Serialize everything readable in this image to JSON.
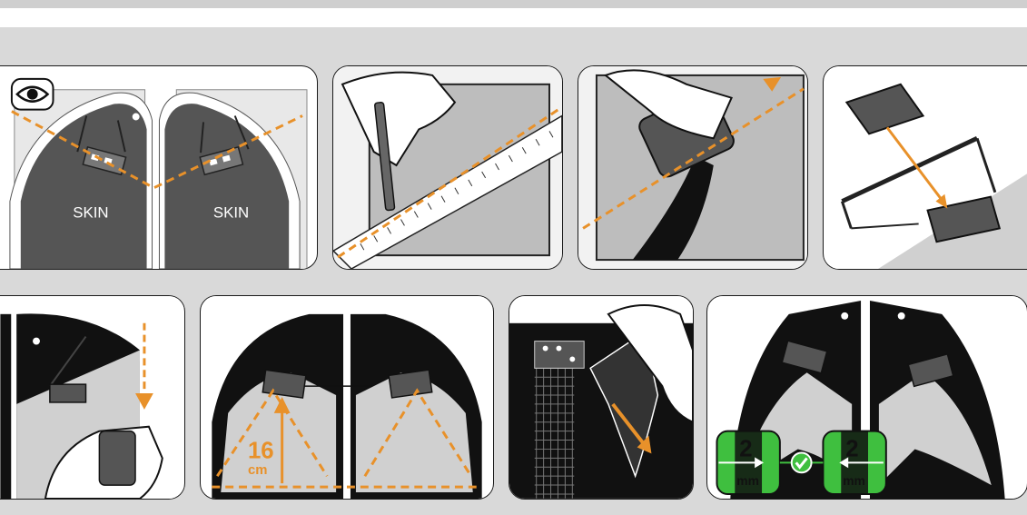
{
  "colors": {
    "accent": "#e8912a",
    "skin": "#555555",
    "dark": "#111111",
    "green": "#3fbf3f",
    "bg": "#d9d9d9"
  },
  "steps": {
    "s1": {
      "left_label": "SKIN",
      "right_label": "SKIN",
      "icon": "eye-icon"
    },
    "s6": {
      "height_value": "16",
      "height_unit": "cm"
    },
    "s8": {
      "left_value": "2",
      "left_unit": "mm",
      "right_value": "2",
      "right_unit": "mm",
      "icon": "checkmark-icon"
    }
  }
}
